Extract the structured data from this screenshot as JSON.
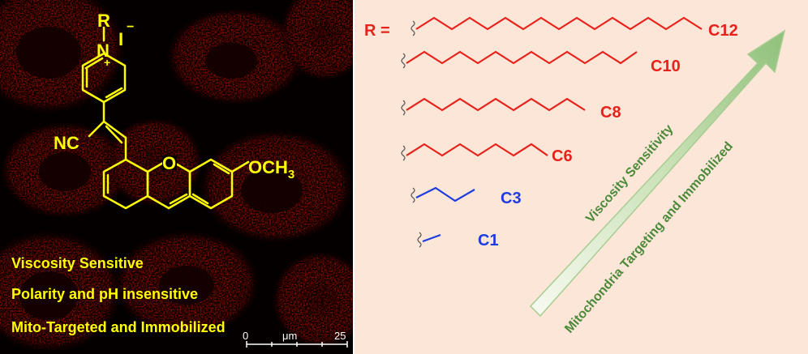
{
  "molecule": {
    "r_label": "R",
    "n_label": "N",
    "charge_plus": "+",
    "iodide": "I",
    "iodide_charge": "−",
    "nc_label": "NC",
    "o_label": "O",
    "och3_main": "OCH",
    "och3_sub": "3"
  },
  "notes": [
    "Viscosity Sensitive",
    "Polarity and pH insensitive",
    "Mito-Targeted and Immobilized"
  ],
  "scale_bar": {
    "start": "0",
    "unit": "μm",
    "end": "25"
  },
  "r_prefix": "R =",
  "chains": [
    {
      "label": "C12",
      "color": "#e8211b"
    },
    {
      "label": "C10",
      "color": "#e8211b"
    },
    {
      "label": "C8",
      "color": "#e8211b"
    },
    {
      "label": "C6",
      "color": "#e8211b"
    },
    {
      "label": "C3",
      "color": "#1f3ce0"
    },
    {
      "label": "C1",
      "color": "#1f3ce0"
    }
  ],
  "arrow_labels": {
    "upper": "Viscosity Sensitivity",
    "lower": "Mitochondria Targeting and Immobilized"
  },
  "colors": {
    "structure": "#ffff00",
    "long_chain": "#e8211b",
    "short_chain": "#1f3ce0",
    "arrow_text": "#4c8a3a",
    "cell_stain": "#c8140a",
    "panel_bg": "#fbe6d8"
  }
}
